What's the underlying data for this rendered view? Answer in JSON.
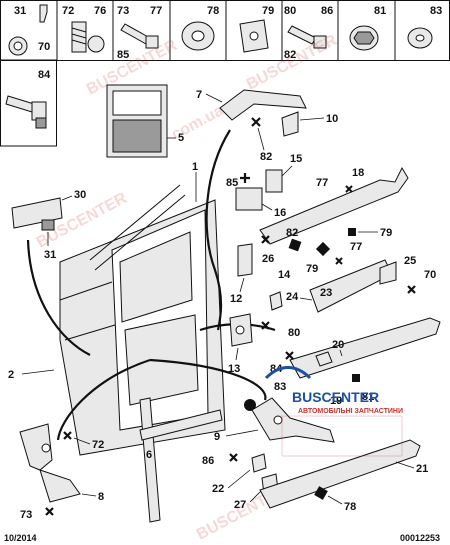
{
  "header_cells": [
    {
      "num": "31",
      "num2": "70"
    },
    {
      "num": "72",
      "num2": "76"
    },
    {
      "num": "73",
      "num2": "77",
      "num3": "85"
    },
    {
      "num": "78"
    },
    {
      "num": "79"
    },
    {
      "num": "80",
      "num2": "86",
      "num3": "82"
    },
    {
      "num": "81"
    },
    {
      "num": "83"
    }
  ],
  "side_cell": {
    "num": "84"
  },
  "callouts": {
    "c1": "1",
    "c2": "2",
    "c5": "5",
    "c6": "6",
    "c7": "7",
    "c8": "8",
    "c9": "9",
    "c10": "10",
    "c12": "12",
    "c13": "13",
    "c14": "14",
    "c15": "15",
    "c16": "16",
    "c18": "18",
    "c19": "19",
    "c20": "20",
    "c21": "21",
    "c22": "22",
    "c23": "23",
    "c24": "24",
    "c25": "25",
    "c26": "26",
    "c27": "27",
    "c30": "30",
    "c31": "31",
    "c70": "70",
    "c72": "72",
    "c73": "73",
    "c76": "76",
    "c77": "77",
    "c78": "78",
    "c79a": "79",
    "c79b": "79",
    "c80": "80",
    "c81": "81",
    "c82a": "82",
    "c82b": "82",
    "c83": "83",
    "c84": "84",
    "c85": "85",
    "c86": "86"
  },
  "watermark": {
    "text1": "BUSCENTER",
    "text2": "BUSCENTER",
    "text3": "BUSCENTER",
    "text4": "BUSCENTER",
    "domain1": "com.ua"
  },
  "logo": {
    "name": "BUSCENTER",
    "subtitle": "АВТОМОБІЛЬНІ ЗАПЧАСТИНИ"
  },
  "footer": {
    "date": "10/2014",
    "code": "00012253"
  },
  "colors": {
    "brand_blue": "#1d4fa3",
    "brand_red": "#c9302c"
  }
}
